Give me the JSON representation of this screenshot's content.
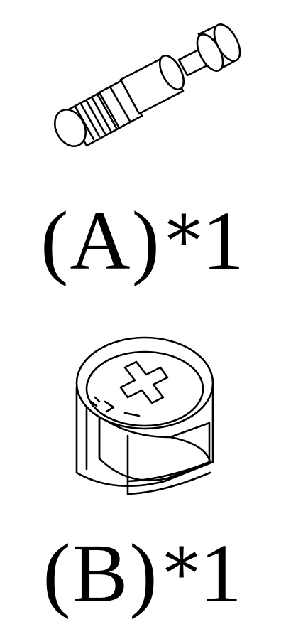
{
  "parts": [
    {
      "id": "A",
      "label": "(A)*1",
      "open_paren": "(",
      "letter": "A",
      "close_paren": ")",
      "star": "*",
      "quantity": "1",
      "icon": "cam-bolt-icon"
    },
    {
      "id": "B",
      "label": "(B)*1",
      "open_paren": "(",
      "letter": "B",
      "close_paren": ")",
      "star": "*",
      "quantity": "1",
      "icon": "cam-lock-nut-icon"
    }
  ],
  "colors": {
    "background": "#ffffff",
    "ink": "#000000"
  }
}
